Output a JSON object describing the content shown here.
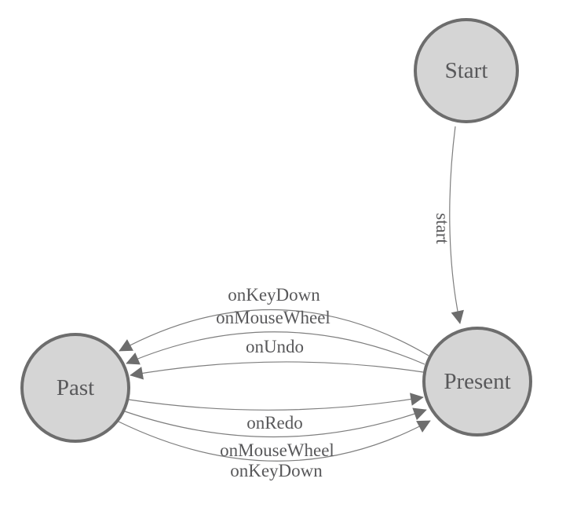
{
  "diagram": {
    "type": "state-machine",
    "background": "#ffffff",
    "colors": {
      "node_fill": "#d5d5d5",
      "node_border": "#6d6d6d",
      "edge_line": "#7e7e7e",
      "arrowhead": "#6d6d6d",
      "label_text": "#58585a"
    },
    "nodes": [
      {
        "id": "start",
        "label": "Start"
      },
      {
        "id": "present",
        "label": "Present"
      },
      {
        "id": "past",
        "label": "Past"
      }
    ],
    "edges": [
      {
        "from": "start",
        "to": "present",
        "label": "start"
      },
      {
        "from": "present",
        "to": "past",
        "label": "onKeyDown"
      },
      {
        "from": "present",
        "to": "past",
        "label": "onMouseWheel"
      },
      {
        "from": "present",
        "to": "past",
        "label": "onUndo"
      },
      {
        "from": "past",
        "to": "present",
        "label": "onRedo"
      },
      {
        "from": "past",
        "to": "present",
        "label": "onMouseWheel"
      },
      {
        "from": "past",
        "to": "present",
        "label": "onKeyDown"
      }
    ]
  }
}
